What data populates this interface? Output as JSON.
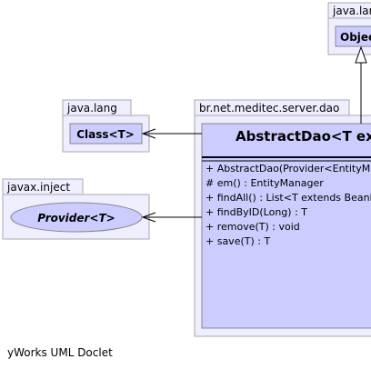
{
  "diagram": {
    "colors": {
      "package_fill": "#eeeeff",
      "package_stroke": "#aaaaaa",
      "class_fill": "#ccccff",
      "class_stroke": "#888888",
      "line": "#000000",
      "text": "#000000"
    },
    "packages": {
      "java_lang_object": {
        "name": "java.lang",
        "class_name": "Object"
      },
      "java_lang_class": {
        "name": "java.lang",
        "class_name": "Class<T>"
      },
      "javax_inject": {
        "name": "javax.inject",
        "interface_name": "Provider<T>"
      },
      "server_dao": {
        "name": "br.net.meditec.server.dao",
        "class_name": "AbstractDao<T extends BeanBase>",
        "members": [
          "+  AbstractDao(Provider<EntityManager>, Class<T>)",
          "#  em() : EntityManager",
          "+  findAll() : List<T extends BeanBase>",
          "+  findByID(Long) : T",
          "+  remove(T) : void",
          "+  save(T) : T"
        ]
      }
    }
  },
  "footer": "yWorks UML Doclet"
}
